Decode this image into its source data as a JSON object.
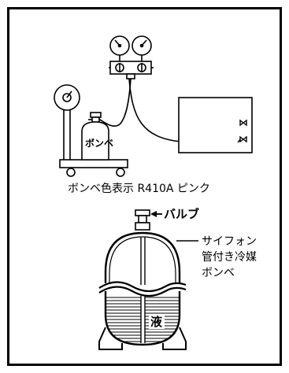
{
  "figure": {
    "cylinder_marking": "ボンベ",
    "caption": "ボンベ色表示 R410A ピンク",
    "valve_label": "バルブ",
    "siphon_label": [
      "サイフォン",
      "管付き冷媒",
      "ボンベ"
    ],
    "liquid_label": "液"
  },
  "icons": [
    "pressure-gauge-icon",
    "manifold-gauge-icon",
    "weighing-scale-icon",
    "refrigerant-cylinder-icon",
    "valve-icon",
    "siphon-cylinder-icon"
  ]
}
